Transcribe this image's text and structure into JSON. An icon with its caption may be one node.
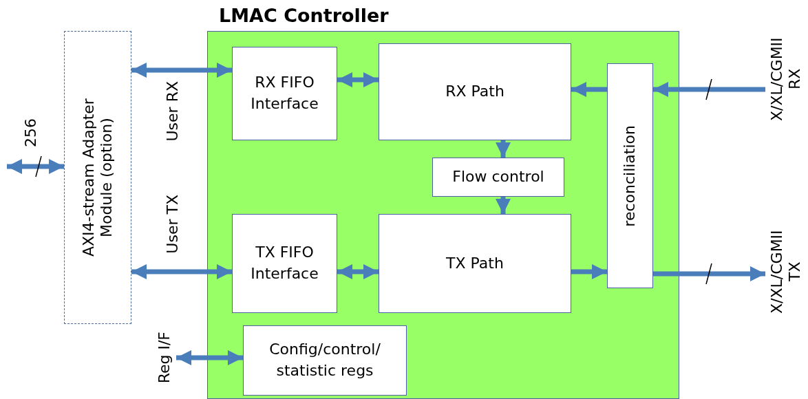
{
  "diagram": {
    "nodes": [
      {
        "text": [
          "LMAC Controller"
        ]
      },
      {
        "text": [
          "RX FIFO Interface"
        ],
        "in": 0
      },
      {
        "text": [
          "RX Path"
        ],
        "in": 0
      },
      {
        "text": [
          "Flow control"
        ],
        "in": 0
      },
      {
        "text": [
          "TX FIFO Interface"
        ],
        "in": 0
      },
      {
        "text": [
          "TX Path"
        ],
        "in": 0
      },
      {
        "text": [
          "reconciliation"
        ],
        "in": 0
      },
      {
        "text": [
          "Config/control/ statistic regs"
        ],
        "in": 0
      },
      {
        "text": [
          "AXI4-stream Adapter Module (option)"
        ]
      },
      {
        "text": [
          "X/XL/CGMII RX"
        ]
      },
      {
        "text": [
          "X/XL/CGMII TX"
        ]
      },
      {
        "text": [
          "Reg I/F"
        ]
      }
    ],
    "edges": [
      {
        "from": null,
        "to": 8,
        "arrow": "both"
      },
      {
        "from": 8,
        "to": 1,
        "arrow": "both"
      },
      {
        "from": 8,
        "to": 4,
        "arrow": "both"
      },
      {
        "from": 1,
        "to": 2,
        "arrow": "both"
      },
      {
        "from": 2,
        "to": 3,
        "arrow": "to"
      },
      {
        "from": 3,
        "to": 5,
        "arrow": "to"
      },
      {
        "from": 4,
        "to": 5,
        "arrow": "both"
      },
      {
        "from": 6,
        "to": 2,
        "arrow": "to"
      },
      {
        "from": 9,
        "to": 6,
        "arrow": "to"
      },
      {
        "from": 5,
        "to": 6,
        "arrow": "to"
      },
      {
        "from": 6,
        "to": 10,
        "arrow": "to"
      },
      {
        "from": 11,
        "to": 7,
        "arrow": "both"
      }
    ],
    "labels": [
      "256",
      "User RX",
      "User TX"
    ]
  }
}
